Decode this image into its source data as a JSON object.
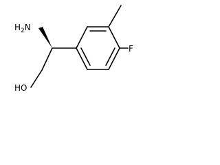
{
  "molecule": {
    "atoms": {
      "amine": {
        "element": "H",
        "subscript": "2",
        "suffix": "N"
      },
      "hydroxyl": {
        "text": "HO"
      },
      "fluorine": {
        "text": "F"
      }
    },
    "colors": {
      "bond": "#000000",
      "label": "#000000",
      "background": "#ffffff"
    },
    "stereo": "wedge"
  }
}
